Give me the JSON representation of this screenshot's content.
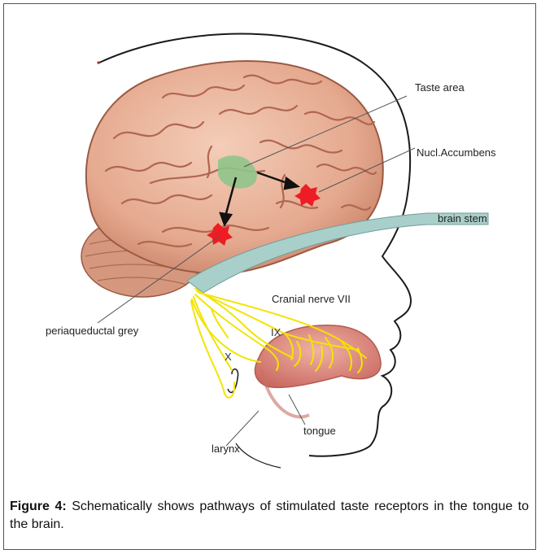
{
  "labels": {
    "taste_area": "Taste area",
    "nucl_accumbens": "Nucl.Accumbens",
    "brain_stem": "brain stem",
    "cranial_nerve": "Cranial nerve VII",
    "periaqueductal": "periaqueductal grey",
    "nerve_ix": "IX",
    "nerve_x": "X",
    "tongue": "tongue",
    "larynx": "larynx"
  },
  "caption": {
    "label": "Figure 4:",
    "text": " Schematically shows pathways of stimulated taste receptors in the tongue to the brain."
  },
  "colors": {
    "brain": "#e9b49a",
    "brain_fold": "#b9705a",
    "taste_area": "#8fc48a",
    "hotspot": "#ee1c24",
    "nerve": "#f2e400",
    "tongue": "#d98278",
    "brain_stem": "#a9cfcb"
  }
}
